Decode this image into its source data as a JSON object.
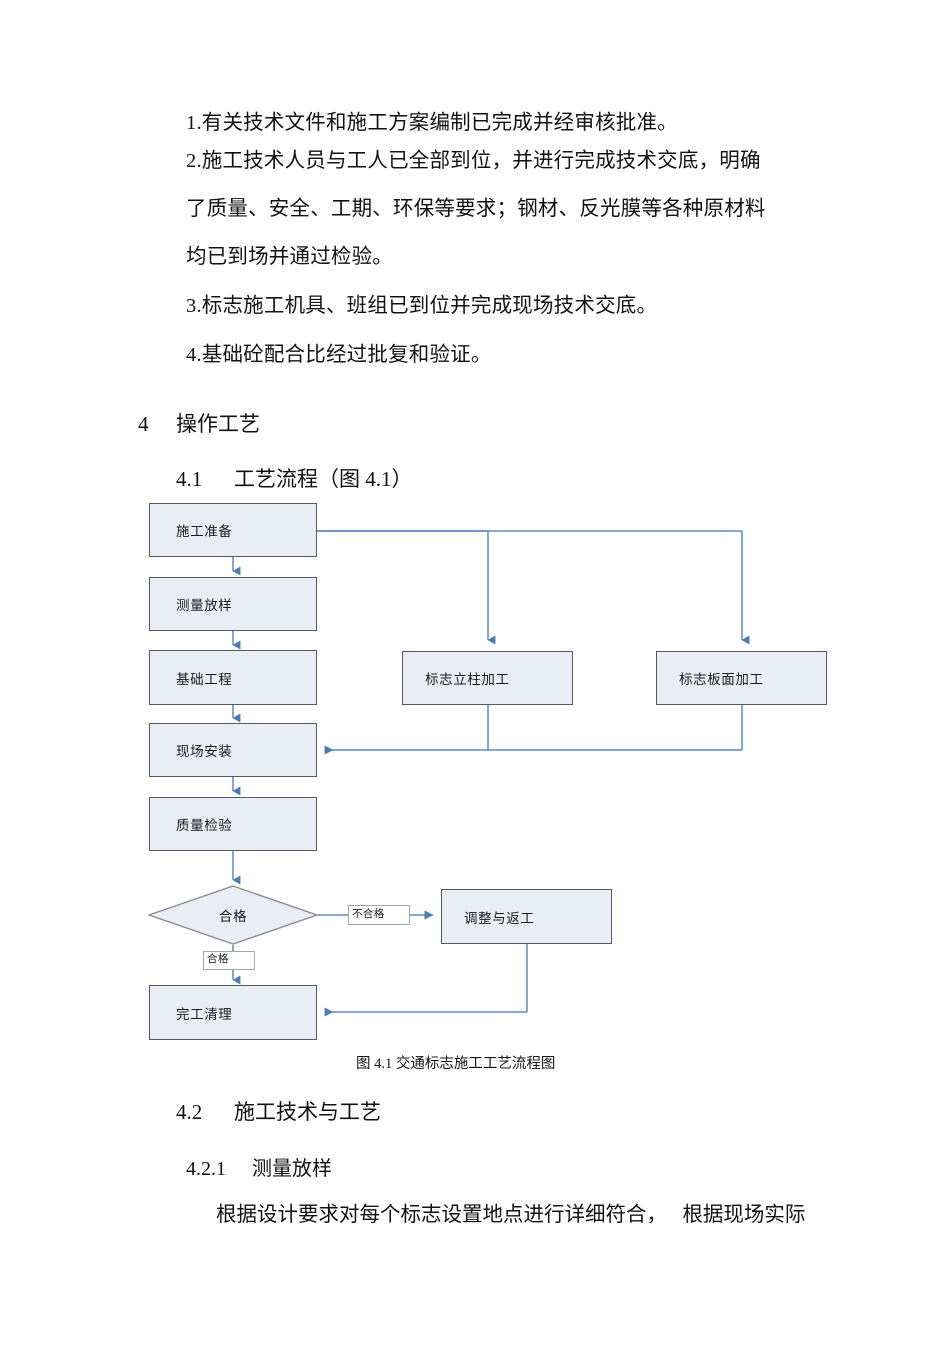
{
  "document": {
    "preconditions": [
      "1.有关技术文件和施工方案编制已完成并经审核批准。",
      "2.施工技术人员与工人已全部到位，并进行完成技术交底，明确",
      "了质量、安全、工期、环保等要求；钢材、反光膜等各种原材料",
      "均已到场并通过检验。",
      "3.标志施工机具、班组已到位并完成现场技术交底。",
      "4.基础砼配合比经过批复和验证。"
    ],
    "section_4": {
      "number": "4",
      "title": "操作工艺"
    },
    "section_41": {
      "number": "4.1",
      "title": "工艺流程（图  4.1）"
    },
    "section_42": {
      "number": "4.2",
      "title": "施工技术与工艺"
    },
    "section_421": {
      "number": "4.2.1",
      "title": "测量放样"
    },
    "body_421": "根据设计要求对每个标志设置地点进行详细符合，   根据现场实际",
    "figure_caption": "图 4.1 交通标志施工工艺流程图"
  },
  "flowchart": {
    "nodes": {
      "prep": "施工准备",
      "survey": "测量放样",
      "foundation": "基础工程",
      "install": "现场安装",
      "inspect": "质量检验",
      "decision": "合格",
      "rework": "调整与返工",
      "cleanup": "完工清理",
      "post_fab": "标志立柱加工",
      "panel_fab": "标志板面加工"
    },
    "edge_labels": {
      "fail": "不合格",
      "pass": "合格"
    },
    "colors": {
      "node_fill": "#e9edf6",
      "node_border": "#58595b",
      "connector": "#5b8bc4",
      "tag_border": "#a6a6a6"
    }
  }
}
